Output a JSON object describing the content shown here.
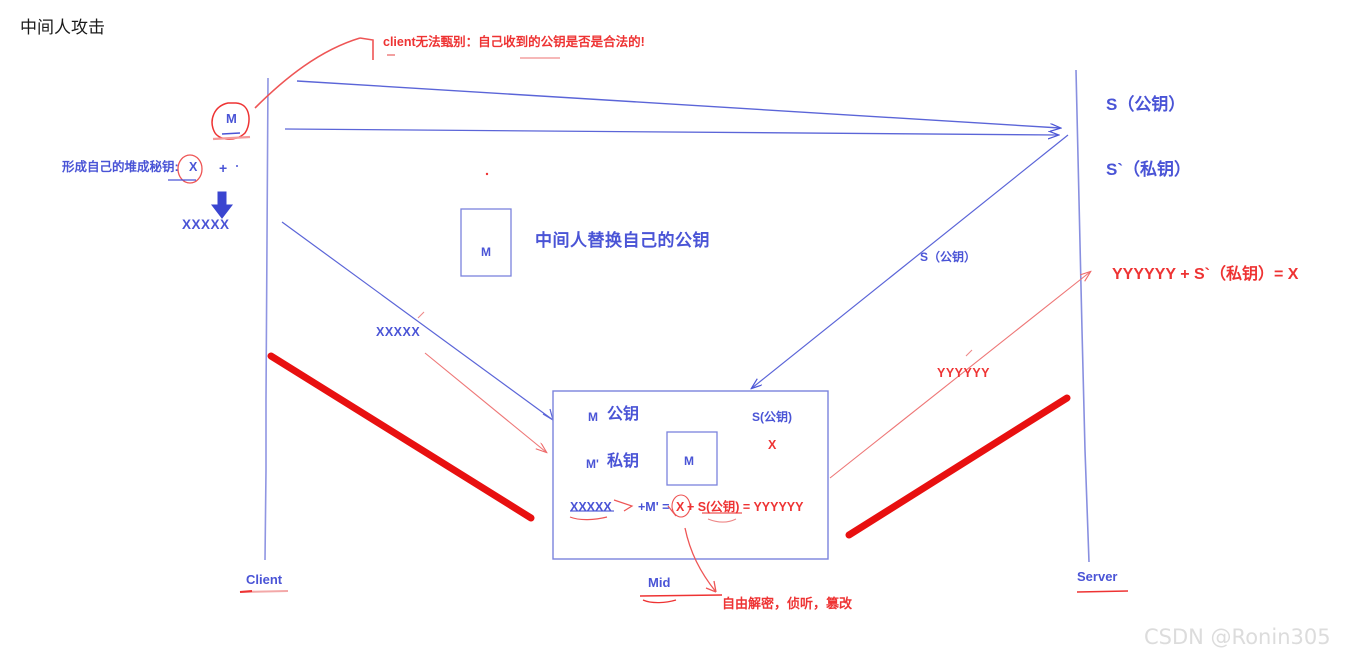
{
  "page": {
    "title": "中间人攻击",
    "watermark": "CSDN @Ronin305"
  },
  "colors": {
    "blue": "#4a54d6",
    "red": "#ee3333",
    "thick_red": "#e81010",
    "text_dark": "#1a1a1a",
    "watermark": "#dcdcdc"
  },
  "annotations": {
    "client_cannot_verify": "client无法甄别：自己收到的公钥是否是合法的!",
    "mitm_replaces_key": "中间人替换自己的公钥",
    "mid_powers": "自由解密，侦听，篡改"
  },
  "client": {
    "m_circle_label": "M",
    "key_text": "形成自己的堆成秘钥:",
    "key_value": "X",
    "plus": "+",
    "encrypted": "XXXXX",
    "lane_label": "Client"
  },
  "mitm_box": {
    "inner_label": "M"
  },
  "flows": {
    "client_to_mid_label": "XXXXX",
    "server_pubkey_label": "S（公钥）",
    "mid_to_server_label": "YYYYYY"
  },
  "server": {
    "public_key": "S（公钥）",
    "private_key": "S`（私钥）",
    "equation": "YYYYYY + S`（私钥）= X",
    "lane_label": "Server"
  },
  "mid": {
    "lane_label": "Mid",
    "m_pub_symbol": "M",
    "m_pub_label": "公钥",
    "m_priv_symbol": "M'",
    "m_priv_label": "私钥",
    "inner_box_label": "M",
    "server_pub_label": "S(公钥)",
    "server_x": "X",
    "formula": {
      "input": "XXXXX",
      "plus_mpriv": "+M' =",
      "x": "X",
      "rest": "+ S(公钥) = YYYYYY"
    }
  }
}
